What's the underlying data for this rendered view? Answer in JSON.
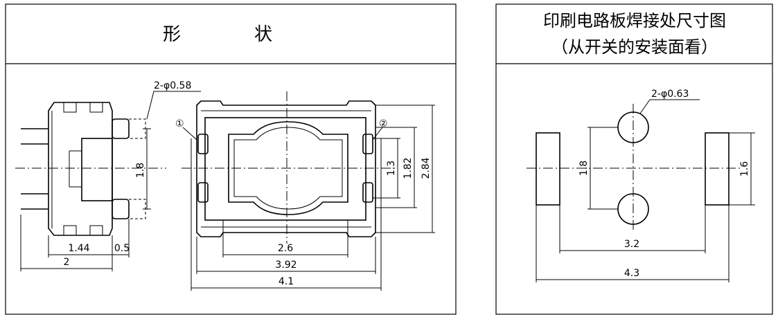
{
  "left_panel": {
    "title_part1": "形",
    "title_part2": "状"
  },
  "side_view": {
    "hole_callout": "2-φ0.58",
    "dim_vertical": "1.8",
    "dim_body": "1.44",
    "dim_stem": "0.5",
    "dim_total": "2"
  },
  "top_view": {
    "pin1": "①",
    "pin2": "②",
    "dim_pad_height": "1.3",
    "dim_inner_height": "1.82",
    "dim_outer_height": "2.84",
    "dim_inner_width": "2.6",
    "dim_body_width": "3.92",
    "dim_total_width": "4.1"
  },
  "right_panel": {
    "title": "印刷电路板焊接处尺寸图",
    "subtitle": "（从开关的安装面看）",
    "hole_callout": "2-φ0.63",
    "dim_hole_pitch": "1.8",
    "dim_pad_height": "1.6",
    "dim_inner_span": "3.2",
    "dim_outer_span": "4.3"
  }
}
